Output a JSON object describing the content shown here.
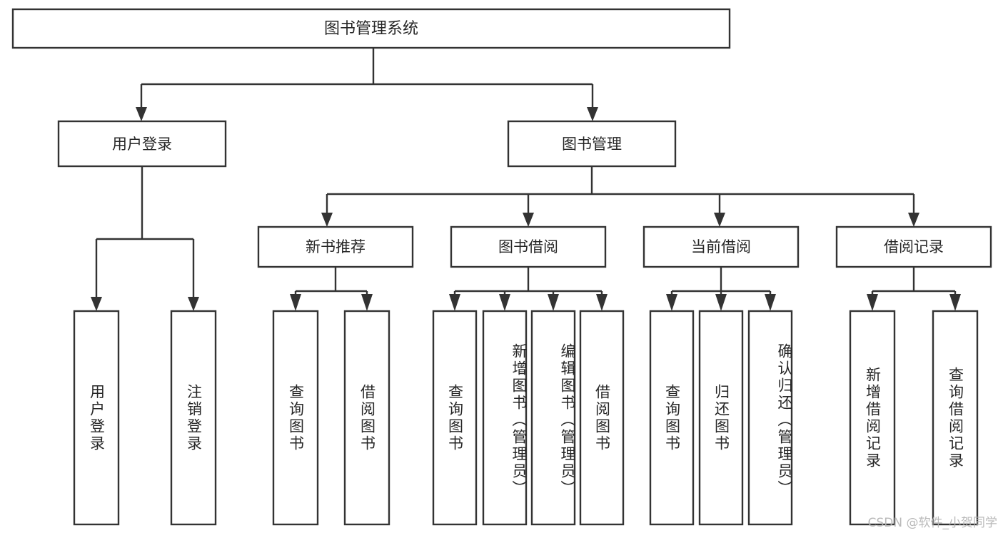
{
  "diagram": {
    "title": "图书管理系统",
    "type": "tree",
    "orientation": "top-down",
    "colors": {
      "box_fill": "#ffffff",
      "box_stroke": "#333333",
      "text": "#262626",
      "background": "#ffffff",
      "watermark": "#b4b4b4"
    },
    "root": {
      "label": "图书管理系统"
    },
    "level2": [
      {
        "label": "用户登录"
      },
      {
        "label": "图书管理"
      }
    ],
    "level3": [
      {
        "label": "新书推荐"
      },
      {
        "label": "图书借阅"
      },
      {
        "label": "当前借阅"
      },
      {
        "label": "借阅记录"
      }
    ],
    "leaves": {
      "user_login": [
        {
          "label": "用户登录"
        },
        {
          "label": "注销登录"
        }
      ],
      "new_book_recommend": [
        {
          "label": "查询图书"
        },
        {
          "label": "借阅图书"
        }
      ],
      "book_borrow": [
        {
          "label": "查询图书"
        },
        {
          "label": "新增图书（管理员）"
        },
        {
          "label": "编辑图书（管理员）"
        },
        {
          "label": "借阅图书"
        }
      ],
      "current_borrow": [
        {
          "label": "查询图书"
        },
        {
          "label": "归还图书"
        },
        {
          "label": "确认归还（管理员）"
        }
      ],
      "borrow_record": [
        {
          "label": "新增借阅记录"
        },
        {
          "label": "查询借阅记录"
        }
      ]
    }
  },
  "watermark": {
    "text": "CSDN @软件_小贺同学"
  }
}
